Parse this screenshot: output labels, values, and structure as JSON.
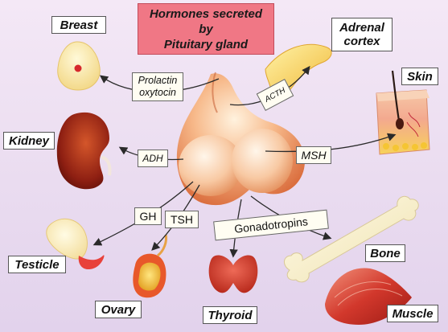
{
  "title": {
    "line1": "Hormones secreted",
    "line2": "by",
    "line3": "Pituitary gland"
  },
  "hormones": {
    "prolactin": "Prolactin",
    "oxytocin": "oxytocin",
    "acth": "ACTH",
    "adh": "ADH",
    "msh": "MSH",
    "gh": "GH",
    "tsh": "TSH",
    "gonadotropins": "Gonadotropins"
  },
  "targets": {
    "breast": "Breast",
    "adrenal_line1": "Adrenal",
    "adrenal_line2": "cortex",
    "skin": "Skin",
    "kidney": "Kidney",
    "testicle": "Testicle",
    "ovary": "Ovary",
    "thyroid": "Thyroid",
    "bone": "Bone",
    "muscle": "Muscle"
  }
}
